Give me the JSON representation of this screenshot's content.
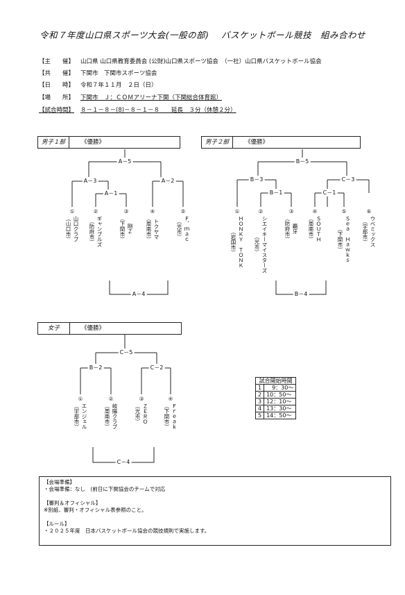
{
  "title": "令和７年度山口県スポーツ大会(一般の部)　 バスケットボール競技　組み合わせ",
  "info": [
    {
      "key": "【主　　催】",
      "value": "山口県 山口県教育委員会 (公財)山口県スポーツ協会　（一社）山口県バスケットボール協会"
    },
    {
      "key": "【共　　催】",
      "value": "下関市　下関市スポーツ協会"
    },
    {
      "key": "【日　　時】",
      "value": "令和７年１１月　２日（日）"
    },
    {
      "key": "【場　　所】",
      "value": "下関市　Ｊ：ＣＯＭアリーナ下関（下関総合体育館）"
    },
    {
      "key": "【試合時間】",
      "value": "８－１－８－(8)－８－１－８　　延長　３分（休憩２分）"
    }
  ],
  "brackets": {
    "men1": {
      "label": "男子１部",
      "winner": "《優勝》",
      "matches": {
        "final": "A－5",
        "sf1": "A－3",
        "qf": "A－1",
        "sf2": "A－2",
        "third": "A－4"
      },
      "teams": [
        {
          "num": "①",
          "name": "山口クラブ",
          "city": "（山口市）"
        },
        {
          "num": "②",
          "name": "ギャンブルズ",
          "city": "（防府市）"
        },
        {
          "num": "③",
          "name": "剛Ｚ",
          "city": "（下関市）"
        },
        {
          "num": "④",
          "name": "トクヤマ",
          "city": "（周南市）"
        },
        {
          "num": "⑤",
          "name": "Ｆ．ｍａｃ",
          "city": "（光市）"
        }
      ]
    },
    "men2": {
      "label": "男子２部",
      "winner": "《優勝》",
      "matches": {
        "final": "B－5",
        "sf1": "B－3",
        "qf1": "B－1",
        "sf2": "C－3",
        "qf2": "C－1",
        "third": "B－4"
      },
      "teams": [
        {
          "num": "①",
          "name": "ＨＯＮＫＹ　ＴＯＮＫ",
          "city": "（岩国市）"
        },
        {
          "num": "②",
          "name": "シエイキーマイスターズ",
          "city": "（光市）"
        },
        {
          "num": "③",
          "name": "覇牙",
          "city": "（防府市）"
        },
        {
          "num": "④",
          "name": "ＳＯＵＴＨ",
          "city": "（周南市）"
        },
        {
          "num": "⑤",
          "name": "Ｓｅａ　Ｈａｗｋｓ",
          "city": "（下関市）"
        },
        {
          "num": "⑥",
          "name": "ウベミックス",
          "city": "（宇部市）"
        }
      ]
    },
    "women": {
      "label": "女子",
      "winner": "《優勝》",
      "matches": {
        "final": "C－5",
        "sf1": "B－2",
        "sf2": "C－2",
        "third": "C－4"
      },
      "teams": [
        {
          "num": "①",
          "name": "エンジェル",
          "city": "（宇部市）"
        },
        {
          "num": "②",
          "name": "岐陽クラブ",
          "city": "（周南市）"
        },
        {
          "num": "③",
          "name": "ＺＥＲＯ",
          "city": "（光市）"
        },
        {
          "num": "④",
          "name": "Ｆｒｅａｋ",
          "city": "（下関市）"
        }
      ]
    }
  },
  "schedule": {
    "header": "試合開始時間",
    "rows": [
      {
        "no": "1",
        "time": "　9：30～"
      },
      {
        "no": "2",
        "time": "10：50～"
      },
      {
        "no": "3",
        "time": "12：10～"
      },
      {
        "no": "4",
        "time": "13：30～"
      },
      {
        "no": "5",
        "time": "14：50～"
      }
    ]
  },
  "notes": [
    "【会場準備】",
    "・会場準備：なし　(前日に下関協会のチームで対応",
    "",
    "【審判＆オフィシャル】",
    "※別紙、審判・オフィシャル表参照のこと。",
    "",
    "【ルール】",
    "・２０２５年度　日本バスケットボール協会の競技規則で実施します。"
  ]
}
